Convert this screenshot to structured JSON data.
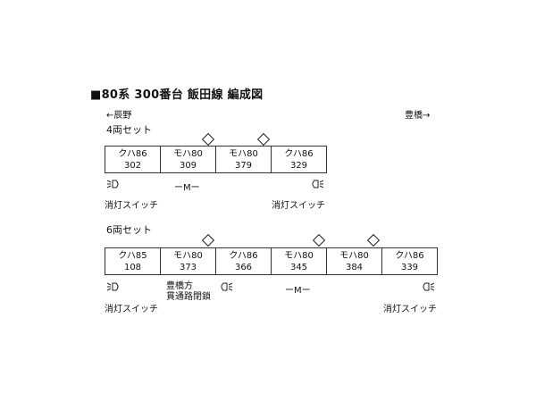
{
  "title": "■80系 300番台 飯田線 編成図",
  "direction": {
    "left": "←辰野",
    "right": "豊橋→"
  },
  "sets": [
    {
      "label": "4両セット",
      "cars": [
        {
          "type": "クハ86",
          "number": "302"
        },
        {
          "type": "モハ80",
          "number": "309"
        },
        {
          "type": "モハ80",
          "number": "379"
        },
        {
          "type": "クハ86",
          "number": "329"
        }
      ],
      "motor_label": "ーMー",
      "switch_labels": [
        "消灯スイッチ",
        "消灯スイッチ"
      ]
    },
    {
      "label": "6両セット",
      "cars": [
        {
          "type": "クハ85",
          "number": "108"
        },
        {
          "type": "モハ80",
          "number": "373"
        },
        {
          "type": "クハ86",
          "number": "366"
        },
        {
          "type": "モハ80",
          "number": "345"
        },
        {
          "type": "モハ80",
          "number": "384"
        },
        {
          "type": "クハ86",
          "number": "339"
        }
      ],
      "motor_label": "ーMー",
      "note_lines": [
        "豊橋方",
        "貫通路閉鎖"
      ],
      "switch_labels": [
        "消灯スイッチ",
        "消灯スイッチ"
      ]
    }
  ],
  "icons": {
    "pantograph": "diamond-pantograph-icon",
    "headlight": "headlight-icon"
  }
}
